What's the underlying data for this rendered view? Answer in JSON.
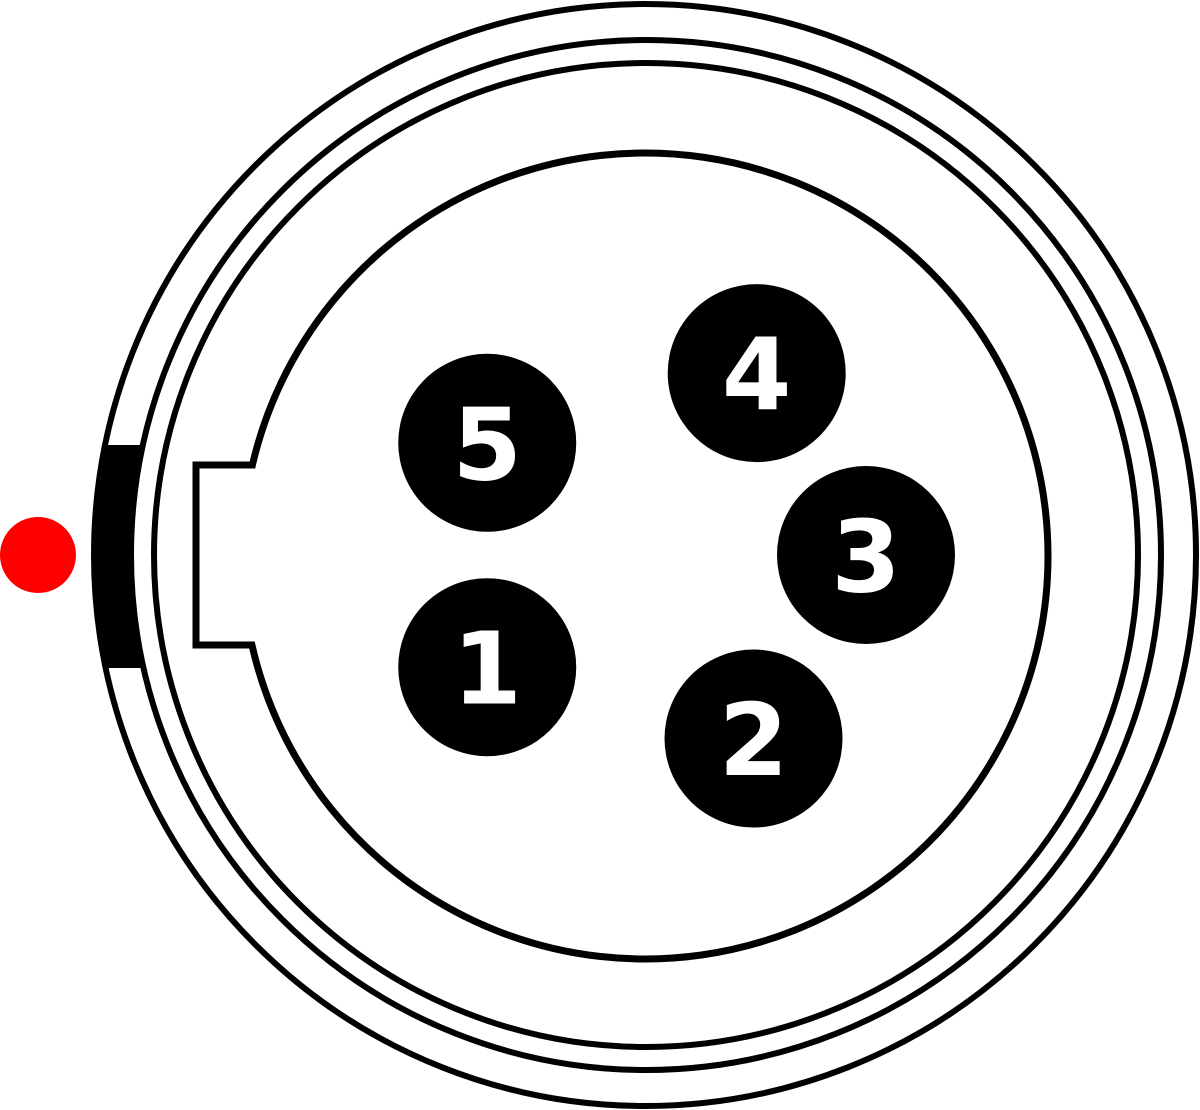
{
  "diagram": {
    "type": "connector-pinout",
    "pins": [
      {
        "label": "1",
        "angle_deg": 213
      },
      {
        "label": "2",
        "angle_deg": 297
      },
      {
        "label": "3",
        "angle_deg": 0
      },
      {
        "label": "4",
        "angle_deg": 62
      },
      {
        "label": "5",
        "angle_deg": 147
      }
    ],
    "key_marker_color": "#ff0000",
    "line_color": "#000000"
  }
}
